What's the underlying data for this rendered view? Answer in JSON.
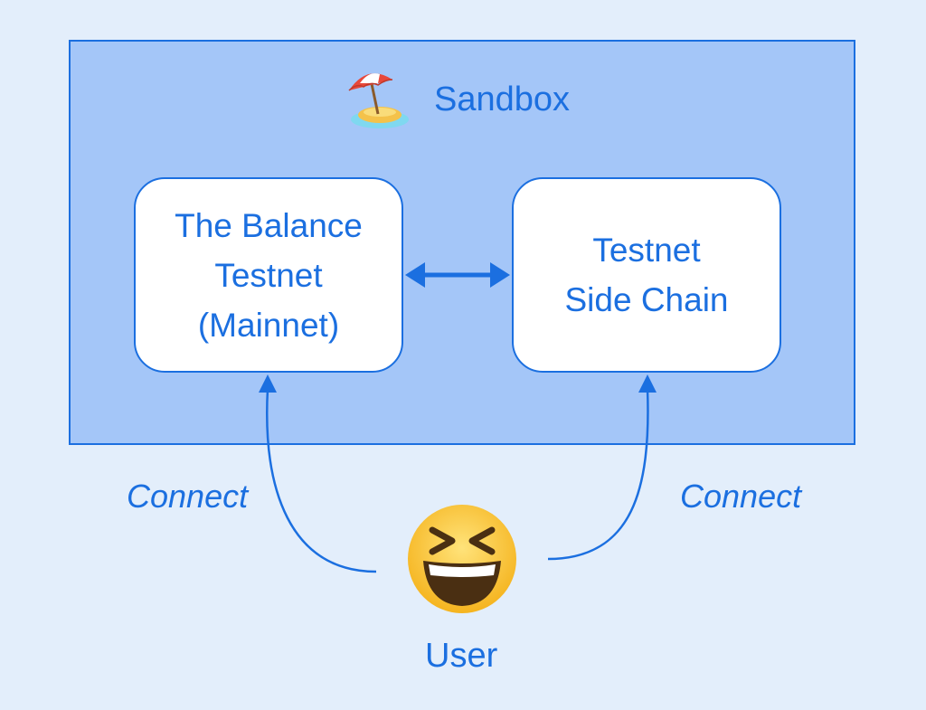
{
  "sandbox": {
    "label": "Sandbox",
    "icon": "beach-umbrella-island-icon"
  },
  "nodes": {
    "left": {
      "lines": [
        "The Balance",
        "Testnet",
        "(Mainnet)"
      ]
    },
    "right": {
      "lines": [
        "Testnet",
        "Side Chain"
      ]
    }
  },
  "edges": {
    "left_label": "Connect",
    "right_label": "Connect"
  },
  "user": {
    "label": "User",
    "icon": "grinning-squinting-face-icon"
  },
  "colors": {
    "background": "#e3eefb",
    "sandbox_fill": "#a4c6f8",
    "accent": "#1b6fe0",
    "node_fill": "#ffffff"
  }
}
